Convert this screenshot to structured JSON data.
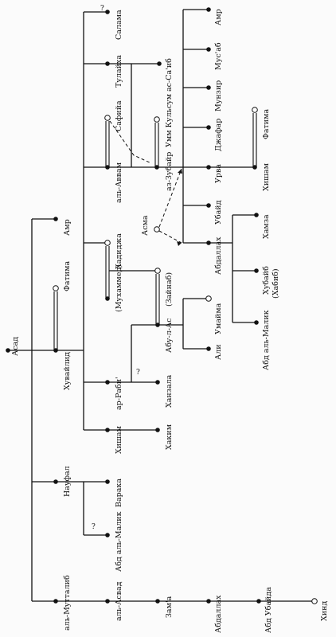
{
  "persons": {
    "asad": "Асад",
    "amr_a": "Амр",
    "fatima_a": "Фатима",
    "huwaylid": "Хувайлид",
    "nawfal": "Науфал",
    "almuttalib": "аль-Мутталиб",
    "salama": "Салама",
    "tulayha": "Тулайха",
    "safiya": "Сафийа",
    "awwam": "аль-Аввам",
    "khadija": "Хадиджа",
    "muhammad": "(Мухаммед)",
    "rabi": "ар-Раби'",
    "hisham": "Хишам",
    "waraqa": "Варака",
    "abd_almalik_n": "Абд аль-Малик",
    "alaswad": "аль-Асвад",
    "assaib": "ас-Са'иб",
    "umm_kulsum": "Умм Кульсум",
    "azzubayr": "аз-Зубайр",
    "zaynab": "(Зайнаб)",
    "abulas": "Абу-л-Ас",
    "hanzala": "Ханзала",
    "hakim": "Хаким",
    "zama": "Зам'а",
    "asma": "Асма",
    "amr_b": "Амр",
    "musab": "Мус'аб",
    "munzir": "Мунзир",
    "jafar": "Джафар",
    "urwa": "Урва",
    "ubayda_z": "Убайд",
    "abdallah_z": "Абдаллах",
    "umayma": "Умайма",
    "ali": "Али",
    "abdallah_x": "Абдаллах",
    "fatima_b": "Фатима",
    "hisham_b": "Хишам",
    "hamza": "Хамза",
    "hubayb": "Хубайб",
    "hubayb2": "(Хабиб)",
    "abd_almalik_b": "Абд аль-Малик",
    "abd_ubayda": "Абд Убайда",
    "hind": "Хинд"
  },
  "marks": {
    "unknown": "?"
  }
}
